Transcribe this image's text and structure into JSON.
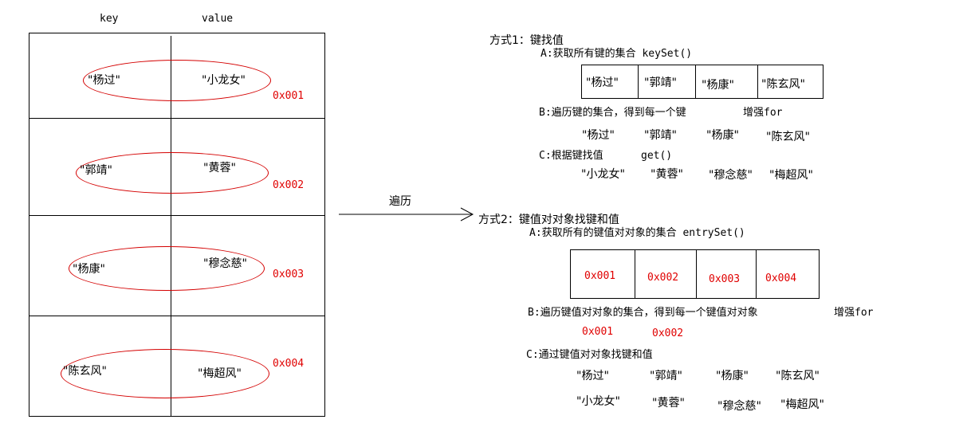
{
  "left": {
    "header_key": "key",
    "header_value": "value",
    "rows": [
      {
        "key": "\"杨过\"",
        "value": "\"小龙女\"",
        "addr": "0x001"
      },
      {
        "key": "\"郭靖\"",
        "value": "\"黄蓉\"",
        "addr": "0x002"
      },
      {
        "key": "\"杨康\"",
        "value": "\"穆念慈\"",
        "addr": "0x003"
      },
      {
        "key": "\"陈玄风\"",
        "value": "\"梅超风\"",
        "addr": "0x004"
      }
    ]
  },
  "arrow_label": "遍历",
  "method1": {
    "title": "方式1：键找值",
    "stepA": "A:获取所有键的集合 keySet()",
    "keyset": [
      "\"杨过\"",
      "\"郭靖\"",
      "\"杨康\"",
      "\"陈玄风\""
    ],
    "stepB": "B:遍历键的集合，得到每一个键",
    "stepB_extra": "增强for",
    "keys": [
      "\"杨过\"",
      "\"郭靖\"",
      "\"杨康\"",
      "\"陈玄风\""
    ],
    "stepC": "C:根据键找值",
    "stepC_extra": "get()",
    "values": [
      "\"小龙女\"",
      "\"黄蓉\"",
      "\"穆念慈\"",
      "\"梅超风\""
    ]
  },
  "method2": {
    "title": "方式2：键值对对象找键和值",
    "stepA": "A:获取所有的键值对对象的集合 entrySet()",
    "entryset": [
      "0x001",
      "0x002",
      "0x003",
      "0x004"
    ],
    "stepB": "B:遍历键值对对象的集合，得到每一个键值对对象",
    "stepB_extra": "增强for",
    "entries": [
      "0x001",
      "0x002"
    ],
    "stepC": "C:通过键值对对象找键和值",
    "keys": [
      "\"杨过\"",
      "\"郭靖\"",
      "\"杨康\"",
      "\"陈玄风\""
    ],
    "values": [
      "\"小龙女\"",
      "\"黄蓉\"",
      "\"穆念慈\"",
      "\"梅超风\""
    ]
  },
  "colors": {
    "address": "#e00000",
    "ellipse": "#d40000",
    "line": "#000000"
  }
}
